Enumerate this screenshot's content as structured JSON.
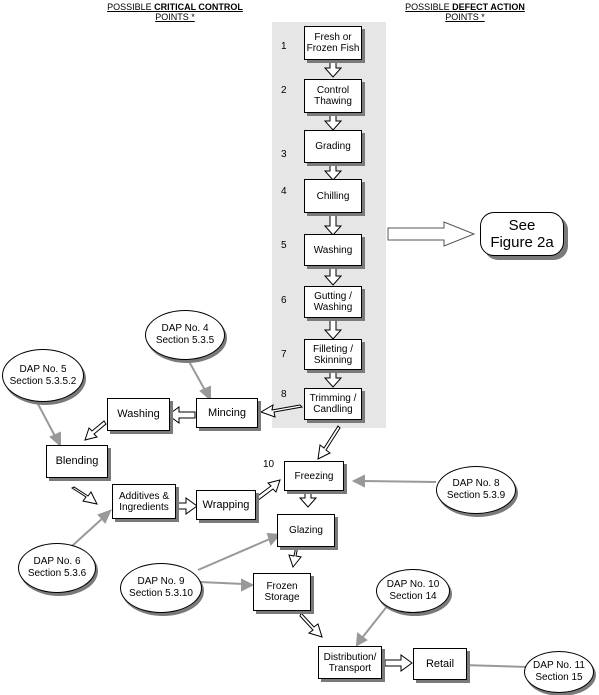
{
  "header": {
    "ccp_line1_prefix": "POSSIBLE ",
    "ccp_line1_bold": "CRITICAL CONTROL",
    "ccp_line2": "POINTS *",
    "dap_line1_prefix": "POSSIBLE ",
    "dap_line1_bold": "DEFECT ACTION",
    "dap_line2": "POINTS *"
  },
  "steps": [
    {
      "num": "1",
      "label": "Fresh or\nFrozen Fish"
    },
    {
      "num": "2",
      "label": "Control\nThawing"
    },
    {
      "num": "3",
      "label": "Grading"
    },
    {
      "num": "4",
      "label": "Chilling"
    },
    {
      "num": "5",
      "label": "Washing"
    },
    {
      "num": "6",
      "label": "Gutting /\nWashing"
    },
    {
      "num": "7",
      "label": "Filleting /\nSkinning"
    },
    {
      "num": "8",
      "label": "Trimming /\nCandling"
    }
  ],
  "see_figure": "See\nFigure 2a",
  "boxes": {
    "mincing": "Mincing",
    "washing": "Washing",
    "blending": "Blending",
    "additives": "Additives &\nIngredients",
    "wrapping": "Wrapping",
    "freezing": "Freezing",
    "freezing_num": "10",
    "glazing": "Glazing",
    "frozen_storage": "Frozen\nStorage",
    "distribution": "Distribution/\nTransport",
    "retail": "Retail"
  },
  "daps": {
    "dap4": "DAP No. 4\nSection 5.3.5",
    "dap5": "DAP No. 5\nSection 5.3.5.2",
    "dap6": "DAP No. 6\nSection 5.3.6",
    "dap8": "DAP No. 8\nSection 5.3.9",
    "dap9": "DAP No. 9\nSection 5.3.10",
    "dap10": "DAP No. 10\nSection 14",
    "dap11": "DAP No. 11\nSection 15"
  }
}
